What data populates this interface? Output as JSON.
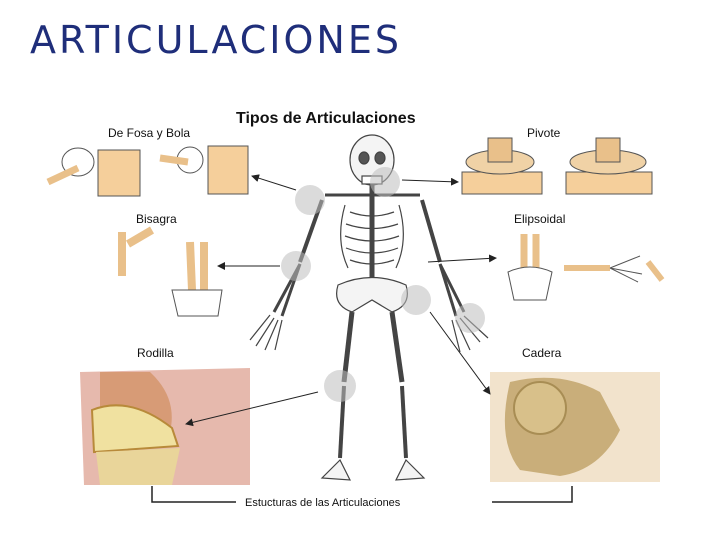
{
  "slide": {
    "title": "ARTICULACIONES"
  },
  "diagram": {
    "title": "Tipos de Articulaciones",
    "labels": {
      "fosa_bola": "De Fosa y Bola",
      "pivote": "Pivote",
      "bisagra": "Bisagra",
      "elipsoidal": "Elipsoidal",
      "rodilla": "Rodilla",
      "cadera": "Cadera",
      "estructuras": "Estucturas de las Articulaciones"
    }
  }
}
